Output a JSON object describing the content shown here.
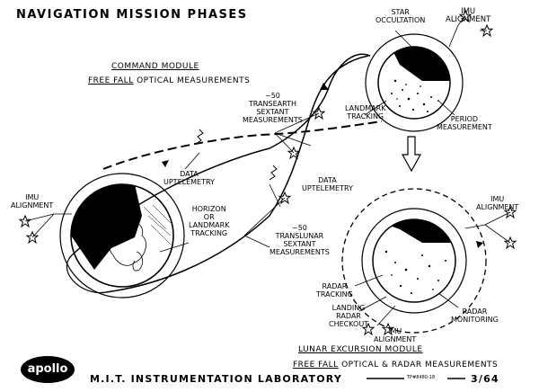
{
  "title": "NAVIGATION MISSION PHASES",
  "command_module": {
    "heading": "COMMAND MODULE",
    "mode_prefix": "FREE FALL",
    "mode_rest": "OPTICAL MEASUREMENTS"
  },
  "lunar_module": {
    "heading": "LUNAR EXCURSION MODULE",
    "mode_prefix": "FREE FALL",
    "mode_rest": "OPTICAL & RADAR MEASUREMENTS"
  },
  "labels": {
    "star_occultation": [
      "STAR",
      "OCCULTATION"
    ],
    "imu_alignment_top": [
      "IMU",
      "ALIGNMENT"
    ],
    "landmark_tracking_moon": [
      "LANDMARK",
      "TRACKING"
    ],
    "period_measurement": [
      "PERIOD",
      "MEASUREMENT"
    ],
    "transearth": [
      "~50",
      "TRANSEARTH",
      "SEXTANT",
      "MEASUREMENTS"
    ],
    "data_uptelemetry_1": [
      "DATA",
      "UPTELEMETRY"
    ],
    "data_uptelemetry_2": [
      "DATA",
      "UPTELEMETRY"
    ],
    "imu_alignment_earth": [
      "IMU",
      "ALIGNMENT"
    ],
    "horizon_tracking": [
      "HORIZON",
      "OR",
      "LANDMARK",
      "TRACKING"
    ],
    "translunar": [
      "~50",
      "TRANSLUNAR",
      "SEXTANT",
      "MEASUREMENTS"
    ],
    "imu_alignment_lem_right": [
      "IMU",
      "ALIGNMENT"
    ],
    "radar_tracking": [
      "RADAR",
      "TRACKING"
    ],
    "landing_radar_checkout": [
      "LANDING",
      "RADAR",
      "CHECKOUT"
    ],
    "imu_alignment_lem_bottom": [
      "IMU",
      "ALIGNMENT"
    ],
    "radar_monitoring": [
      "RADAR",
      "MONITORING"
    ]
  },
  "footer": {
    "logo": "apollo",
    "lab": "M.I.T. INSTRUMENTATION LABORATORY",
    "code": "TP#8480-18",
    "page": "3/64"
  }
}
